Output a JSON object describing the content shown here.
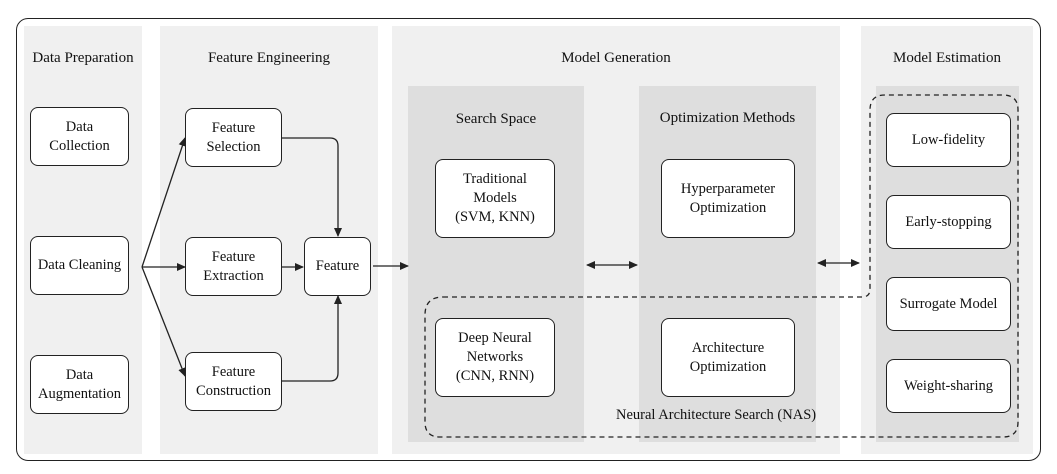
{
  "stages": {
    "data_preparation": {
      "title": "Data Preparation",
      "boxes": [
        "Data\nCollection",
        "Data Cleaning",
        "Data\nAugmentation"
      ]
    },
    "feature_engineering": {
      "title": "Feature Engineering",
      "boxes": [
        "Feature\nSelection",
        "Feature\nExtraction",
        "Feature\nConstruction"
      ],
      "output": "Feature"
    },
    "model_generation": {
      "title": "Model Generation",
      "search_space": {
        "title": "Search Space",
        "boxes": [
          "Traditional\nModels\n(SVM, KNN)",
          "Deep Neural\nNetworks\n(CNN, RNN)"
        ]
      },
      "optimization_methods": {
        "title": "Optimization Methods",
        "boxes": [
          "Hyperparameter\nOptimization",
          "Architecture\nOptimization"
        ]
      }
    },
    "model_estimation": {
      "title": "Model Estimation",
      "boxes": [
        "Low-fidelity",
        "Early-stopping",
        "Surrogate Model",
        "Weight-sharing"
      ]
    }
  },
  "nas_label": "Neural Architecture Search (NAS)",
  "colors": {
    "panel": "#f0f0f0",
    "subpanel": "#dedede",
    "line": "#222222"
  }
}
